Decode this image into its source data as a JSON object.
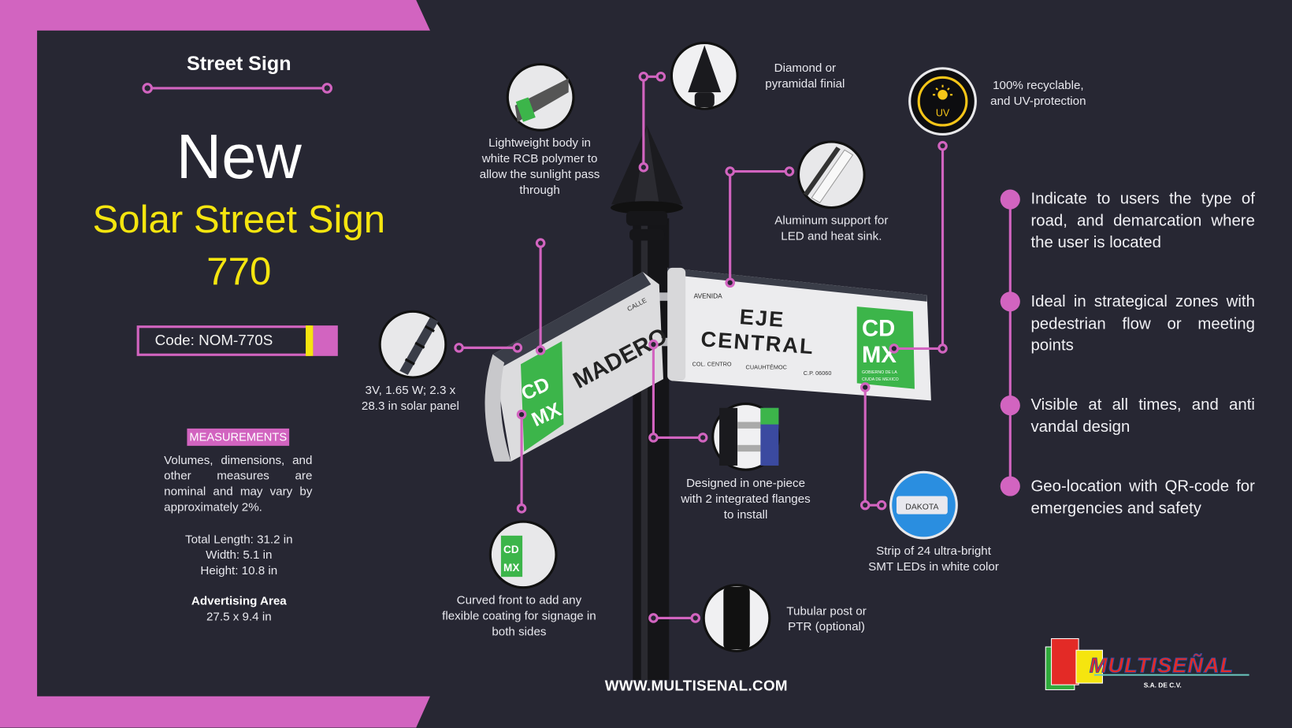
{
  "left_panel": {
    "section_title": "Street Sign",
    "headline": "New",
    "product_name": "Solar Street Sign",
    "model_number": "770",
    "code_label": "Code: NOM-770S",
    "measurements_tag": "MEASUREMENTS",
    "disclaimer": "Volumes, dimensions, and other measures are nominal and may vary by approximately 2%.",
    "dimensions": [
      "Total Length: 31.2 in",
      "Width: 5.1 in",
      "Height: 10.8 in"
    ],
    "advertising_title": "Advertising Area",
    "advertising_value": "27.5 x 9.4 in"
  },
  "callouts": {
    "lightweight": [
      "Lightweight body in",
      "white RCB polymer to",
      "allow the sunlight pass",
      "through"
    ],
    "finial": [
      "Diamond or",
      "pyramidal finial"
    ],
    "recyclable": [
      "100% recyclable,",
      "and UV-protection"
    ],
    "uv_icon_label": "UV",
    "aluminum": [
      "Aluminum support for",
      "LED and heat sink."
    ],
    "solar_panel": [
      "3V, 1.65 W; 2.3 x",
      "28.3 in solar panel"
    ],
    "flanges": [
      "Designed in one-piece",
      "with 2 integrated flanges",
      "to install"
    ],
    "leds": [
      "Strip of 24 ultra-bright",
      "SMT LEDs in white color"
    ],
    "led_sample_text": "DAKOTA",
    "curved_front": [
      "Curved front to add any",
      "flexible coating for signage in",
      "both sides"
    ],
    "post": [
      "Tubular post or",
      "PTR (optional)"
    ]
  },
  "product_render": {
    "left_sign": {
      "type": "CALLE",
      "name": "MADERO",
      "badge_top": "CD",
      "badge_bottom": "MX"
    },
    "right_sign": {
      "type": "AVENIDA",
      "name_line1": "EJE",
      "name_line2": "CENTRAL",
      "colonia": "COL. CENTRO",
      "municipio": "CUAUHTÉMOC",
      "postal": "C.P. 06060",
      "badge_top": "CD",
      "badge_bottom": "MX",
      "badge_caption1": "GOBIERNO DE LA",
      "badge_caption2": "CIUDA DE MEXICO"
    }
  },
  "features": [
    "Indicate to users the type of road, and demarcation where the user is located",
    "Ideal in strategical zones with pedestrian flow or meeting points",
    "Visible at all times, and anti vandal design",
    "Geo-location with QR-code for emergencies and safety"
  ],
  "website": "WWW.MULTISENAL.COM",
  "logo": {
    "name": "MULTISEÑAL",
    "subtitle": "S.A. DE C.V."
  },
  "colors": {
    "background": "#272733",
    "accent_pink": "#d264c0",
    "accent_yellow": "#f5e50f",
    "cdmx_green": "#3cb54a"
  }
}
